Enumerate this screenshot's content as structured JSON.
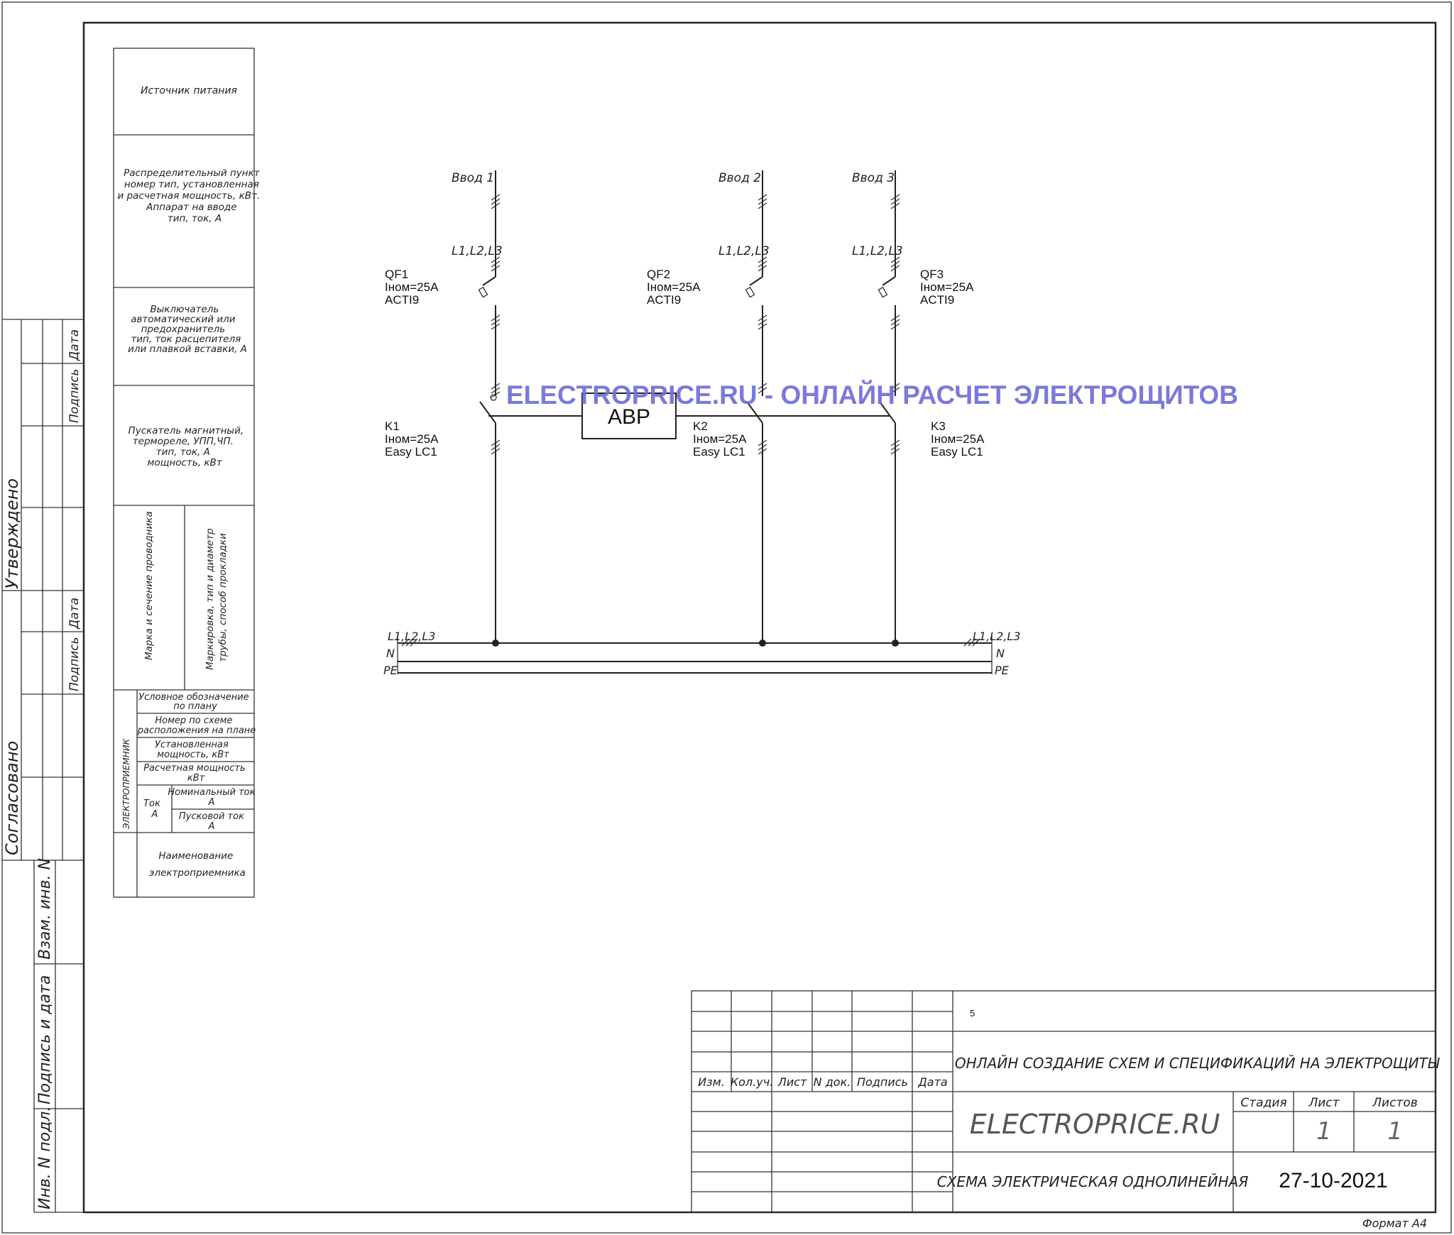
{
  "legend": {
    "source": "Источник питания",
    "panel": [
      "Распределительный пункт",
      "номер тип, установленная",
      "и расчетная мощность, кВт.",
      "Аппарат на вводе",
      "тип, ток, А"
    ],
    "breaker": [
      "Выключатель",
      "автоматический или",
      "предохранитель",
      "тип, ток расцепителя",
      "или плавкой вставки, А"
    ],
    "starter": [
      "Пускатель магнитный,",
      "термореле, УПП,ЧП.",
      "тип, ток, А",
      "мощность, кВт"
    ],
    "wire_brand": "Марка и сечение проводника",
    "wire_marking": [
      "Маркировка, тип и диаметр",
      "трубы, способ прокладки"
    ],
    "receiver": "ЭЛЕКТРОПРИЕМНИК",
    "plan_symbol": [
      "Условное обозначение",
      "по плану"
    ],
    "scheme_number": [
      "Номер по схеме",
      "расположения на плане"
    ],
    "installed_power": [
      "Установленная",
      "мощность, кВт"
    ],
    "calc_power": [
      "Расчетная мощность",
      "кВт"
    ],
    "current": [
      "Ток",
      "А"
    ],
    "nominal_current": [
      "Номинальный ток",
      "А"
    ],
    "start_current": [
      "Пусковой ток",
      "А"
    ],
    "receiver_name": [
      "Наименование",
      "электроприемника"
    ]
  },
  "side": {
    "approved": "Утверждено",
    "agreed": "Согласовано",
    "date1": "Дата",
    "sign1": "Подпись",
    "date2": "Дата",
    "sign2": "Подпись",
    "inv_vzam": "Взам. инв. N",
    "sign_date": "Подпись и дата",
    "inv_podl": "Инв. N подл."
  },
  "diagram": {
    "inputs": [
      {
        "label": "Ввод 1",
        "phases": "L1,L2,L3",
        "breaker": [
          "QF1",
          "Iном=25A",
          "ACTI9"
        ],
        "contactor": [
          "K1",
          "Iном=25A",
          "Easy LC1"
        ]
      },
      {
        "label": "Ввод 2",
        "phases": "L1,L2,L3",
        "breaker": [
          "QF2",
          "Iном=25A",
          "ACTI9"
        ],
        "contactor": [
          "K2",
          "Iном=25A",
          "Easy LC1"
        ]
      },
      {
        "label": "Ввод 3",
        "phases": "L1,L2,L3",
        "breaker": [
          "QF3",
          "Iном=25A",
          "ACTI9"
        ],
        "contactor": [
          "K3",
          "Iном=25A",
          "Easy LC1"
        ]
      }
    ],
    "avr": "АВР",
    "bus_left": [
      "L1,L2,L3",
      "N",
      "PE"
    ],
    "bus_right": [
      "L1,L2,L3",
      "N",
      "PE"
    ]
  },
  "watermark": "ELECTROPRICE.RU - ОНЛАЙН РАСЧЕТ ЭЛЕКТРОЩИТОВ",
  "title_block": {
    "code": "5",
    "headers": [
      "Изм.",
      "Кол.уч.",
      "Лист",
      "N док.",
      "Подпись",
      "Дата"
    ],
    "project": "ОНЛАЙН СОЗДАНИЕ СХЕМ И СПЕЦИФИКАЦИЙ НА ЭЛЕКТРОЩИТЫ",
    "company": "ELECTROPRICE.RU",
    "stage_label": "Стадия",
    "sheet_label": "Лист",
    "sheets_label": "Листов",
    "sheet": "1",
    "sheets": "1",
    "doc_name": "СХЕМА ЭЛЕКТРИЧЕСКАЯ ОДНОЛИНЕЙНАЯ",
    "date": "27-10-2021"
  },
  "format": "Формат А4"
}
